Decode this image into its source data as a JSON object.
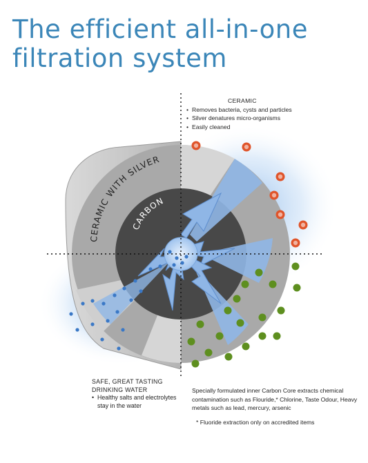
{
  "title": {
    "line1": "The efficient all-in-one",
    "line2": "filtration system"
  },
  "diagram": {
    "outer_ring_label": "CERAMIC WITH SILVER",
    "inner_core_label": "CARBON",
    "colors": {
      "title": "#3b86b8",
      "cylinder_side": "#bfbfbf",
      "ceramic_ring": "#a8a8a8",
      "carbon_core": "#4a4a4a",
      "flow_blue": "#8fb6e6",
      "bacteria": "#e0542a",
      "chemical_particles": "#5e8f1f",
      "water_droplets": "#3a78c6"
    },
    "icons": [
      "bacteria-icon",
      "chemical-particle-icon",
      "water-droplet-icon",
      "flow-arrow-icon"
    ]
  },
  "ceramic_callout": {
    "title": "CERAMIC",
    "items": [
      "Removes bacteria, cysts and particles",
      "Silver denatures micro-organisms",
      "Easily cleaned"
    ]
  },
  "water_callout": {
    "title_line1": "SAFE, GREAT TASTING",
    "title_line2": "DRINKING WATER",
    "item": "Healthy salts and electrolytes stay in the water"
  },
  "carbon_callout": {
    "text": "Specially formulated inner Carbon Core extracts chemical contamination such as Flouride,* Chlorine, Taste Odour, Heavy metals such as lead, mercury, arsenic",
    "note": "* Fluoride extraction only on accredited items"
  }
}
